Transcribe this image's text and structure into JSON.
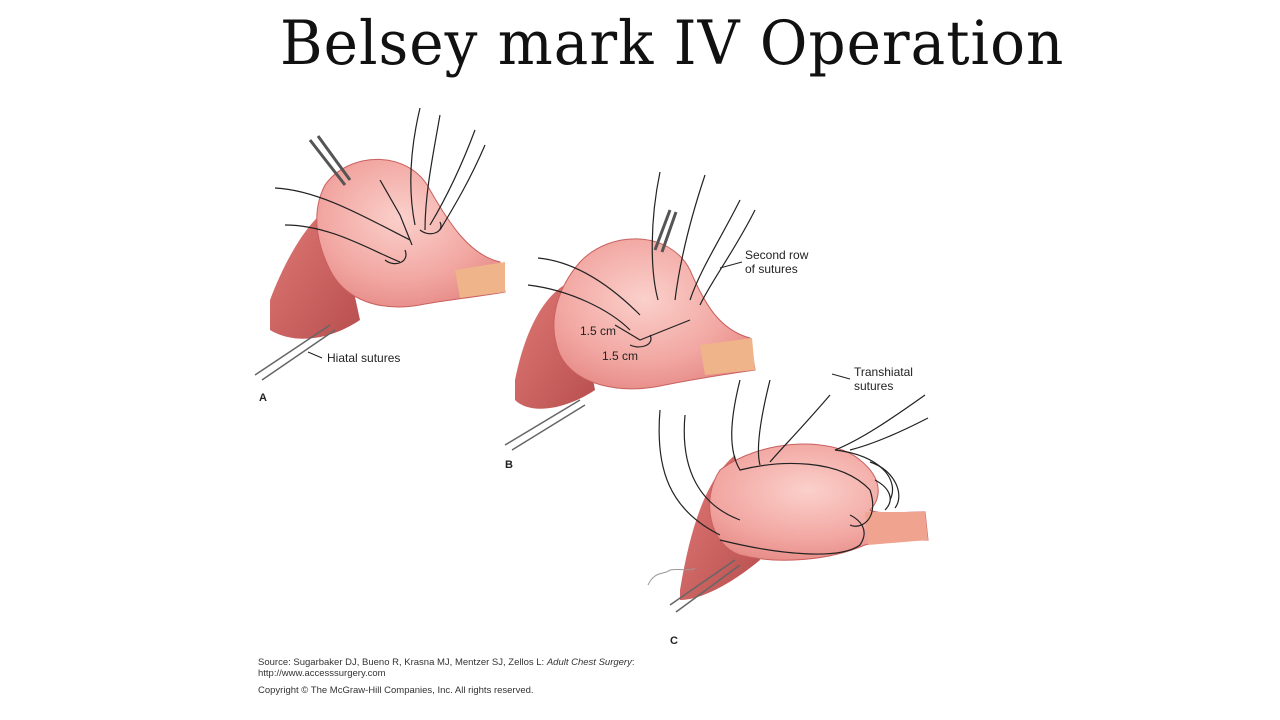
{
  "title": "Belsey mark IV Operation",
  "figure": {
    "panels": [
      {
        "letter": "A",
        "labels": [
          "Hiatal sutures"
        ]
      },
      {
        "letter": "B",
        "labels": [
          "Second row",
          "of sutures",
          "1.5 cm",
          "1.5 cm"
        ]
      },
      {
        "letter": "C",
        "labels": [
          "Transhiatal",
          "sutures"
        ]
      }
    ]
  },
  "source": {
    "prefix": "Source: Sugarbaker DJ, Bueno R, Krasna MJ, Mentzer SJ, Zellos L: ",
    "book": "Adult Chest Surgery",
    "suffix": ":",
    "url": "http://www.accesssurgery.com",
    "copyright": "Copyright © The McGraw-Hill Companies, Inc. All rights reserved."
  },
  "colors": {
    "tissue": "#f2a7a2",
    "tissue_dark": "#c9605f",
    "outline": "#222222"
  }
}
